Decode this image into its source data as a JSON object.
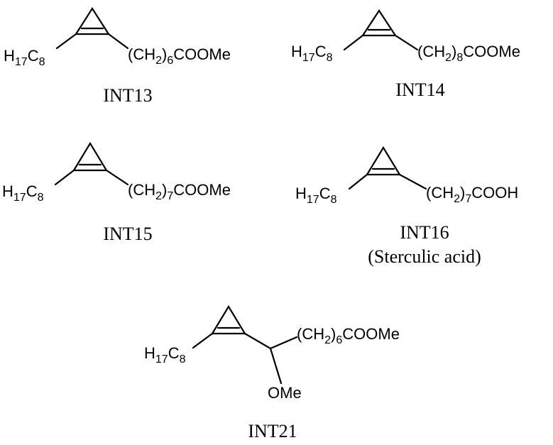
{
  "structures": [
    {
      "id": "INT13",
      "label": "INT13",
      "left_group": {
        "base1": "H",
        "sub1": "17",
        "base2": "C",
        "sub2": "8"
      },
      "right_group": {
        "pre": "(CH",
        "sub": "2",
        "mid": ")",
        "count": "6",
        "post": "COOMe"
      }
    },
    {
      "id": "INT14",
      "label": "INT14",
      "left_group": {
        "base1": "H",
        "sub1": "17",
        "base2": "C",
        "sub2": "8"
      },
      "right_group": {
        "pre": "(CH",
        "sub": "2",
        "mid": ")",
        "count": "8",
        "post": "COOMe"
      }
    },
    {
      "id": "INT15",
      "label": "INT15",
      "left_group": {
        "base1": "H",
        "sub1": "17",
        "base2": "C",
        "sub2": "8"
      },
      "right_group": {
        "pre": "(CH",
        "sub": "2",
        "mid": ")",
        "count": "7",
        "post": "COOMe"
      }
    },
    {
      "id": "INT16",
      "label": "INT16",
      "caption": "(Sterculic acid)",
      "left_group": {
        "base1": "H",
        "sub1": "17",
        "base2": "C",
        "sub2": "8"
      },
      "right_group": {
        "pre": "(CH",
        "sub": "2",
        "mid": ")",
        "count": "7",
        "post": "COOH"
      }
    },
    {
      "id": "INT21",
      "label": "INT21",
      "left_group": {
        "base1": "H",
        "sub1": "17",
        "base2": "C",
        "sub2": "8"
      },
      "right_group": {
        "pre": "(CH",
        "sub": "2",
        "mid": ")",
        "count": "6",
        "post": "COOMe"
      },
      "branch_group": "OMe"
    }
  ]
}
